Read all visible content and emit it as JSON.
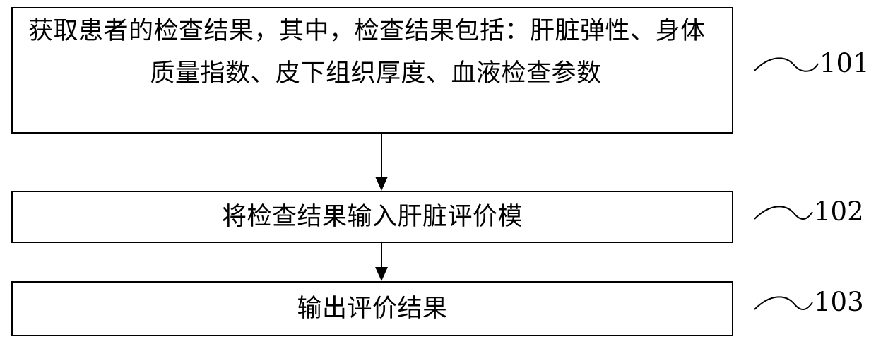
{
  "steps": [
    {
      "id": "101",
      "text": "获取患者的检查结果，其中，检查结果包括：肝脏弹性、身体质量指数、皮下组织厚度、血液检查参数"
    },
    {
      "id": "102",
      "text": "将检查结果输入肝脏评价模"
    },
    {
      "id": "103",
      "text": "输出评价结果"
    }
  ],
  "colors": {
    "line": "#000000",
    "background": "#ffffff"
  }
}
